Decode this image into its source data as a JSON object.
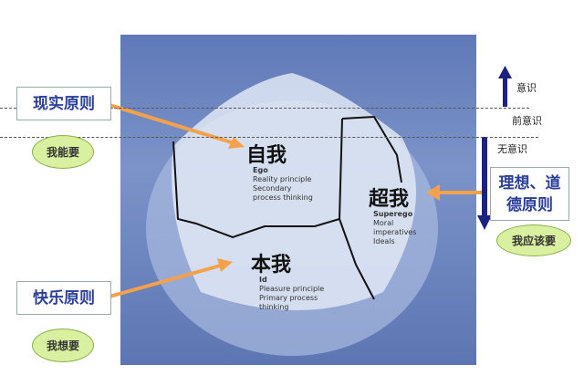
{
  "levels": {
    "conscious": "意识",
    "preconscious": "前意识",
    "unconscious": "无意识"
  },
  "ego": {
    "title": "自我",
    "lines": [
      "Ego",
      "Reality principle",
      "Secondary",
      "process thinking"
    ]
  },
  "superego": {
    "title": "超我",
    "lines": [
      "Superego",
      "Moral",
      "imperatives",
      "Ideals"
    ]
  },
  "id": {
    "title": "本我",
    "lines": [
      "Id",
      "Pleasure principle",
      "Primary process",
      "thinking"
    ]
  },
  "left": {
    "reality_box": "现实原则",
    "reality_want": "我能要",
    "pleasure_box": "快乐原则",
    "pleasure_want": "我想要"
  },
  "right": {
    "ideal_box_line1": "理想、道",
    "ideal_box_line2": "德原则",
    "ideal_want": "我应该要"
  },
  "colors": {
    "arrow_orange": "#f5a04a",
    "arrow_navy": "#1a237e",
    "panel": "#6a83bf",
    "ellipse": "#d9f0a0"
  }
}
